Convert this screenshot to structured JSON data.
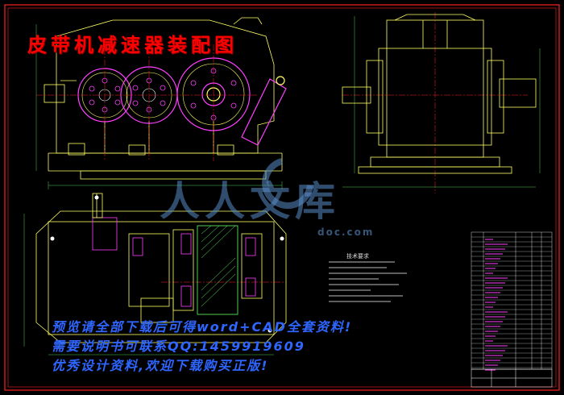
{
  "drawing": {
    "title": "皮带机减速器装配图",
    "border_color": "#ff2020",
    "line_color": "#ffff66",
    "accent_color": "#ff40ff"
  },
  "watermark": {
    "text": "人人文库",
    "url": "doc.com",
    "color": "#5a8cc8"
  },
  "promo": {
    "line1": "预览请全部下载后可得word+CAD全套资料!",
    "line2": "需要说明书可联系QQ:1459919609",
    "line3": "优秀设计资料,欢迎下载购买正版!",
    "color": "#2e66ff"
  },
  "notes": {
    "title": "技术要求"
  }
}
